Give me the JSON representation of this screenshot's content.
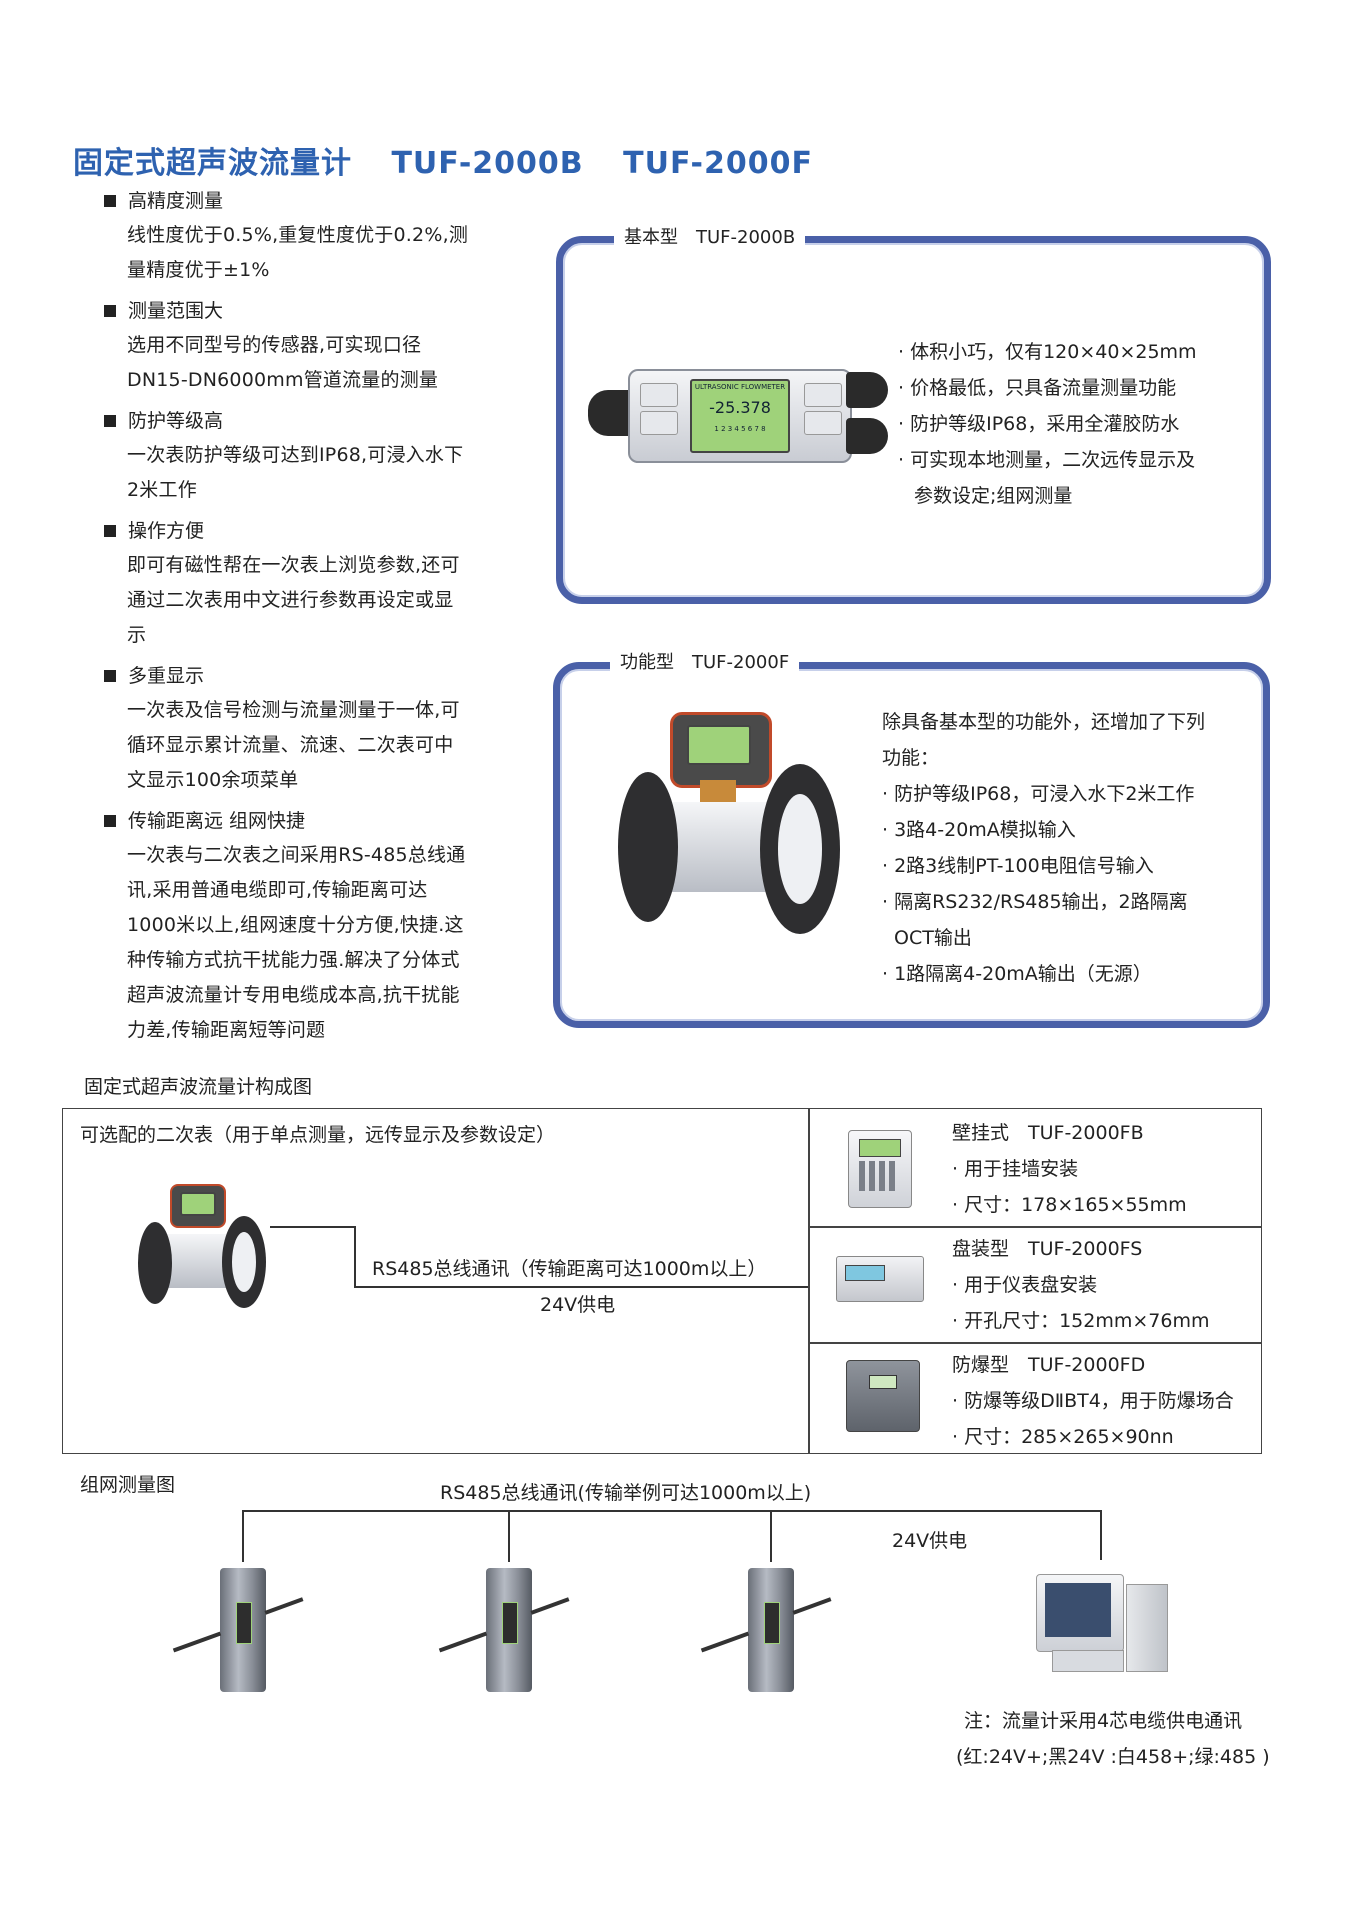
{
  "title": {
    "main": "固定式超声波流量计",
    "model_b": "TUF-2000B",
    "model_f": "TUF-2000F"
  },
  "features": [
    {
      "head": "高精度测量",
      "body": [
        "线性度优于0.5%,重复性度优于0.2%,测",
        "量精度优于±1%"
      ]
    },
    {
      "head": "测量范围大",
      "body": [
        "选用不同型号的传感器,可实现口径",
        "DN15-DN6000mm管道流量的测量"
      ]
    },
    {
      "head": "防护等级高",
      "body": [
        "一次表防护等级可达到IP68,可浸入水下",
        "2米工作"
      ]
    },
    {
      "head": "操作方便",
      "body": [
        "即可有磁性帮在一次表上浏览参数,还可",
        "通过二次表用中文进行参数再设定或显",
        "示"
      ]
    },
    {
      "head": "多重显示",
      "body": [
        "一次表及信号检测与流量测量于一体,可",
        "循环显示累计流量、流速、二次表可中",
        "文显示100余项菜单"
      ]
    },
    {
      "head": "传输距离远 组网快捷",
      "body": [
        "一次表与二次表之间采用RS-485总线通",
        "讯,采用普通电缆即可,传输距离可达",
        "1000米以上,组网速度十分方便,快捷.这",
        "种传输方式抗干扰能力强.解决了分体式",
        "超声波流量计专用电缆成本高,抗干扰能",
        "力差,传输距离短等问题"
      ]
    }
  ],
  "basic_panel": {
    "label": "基本型　TUF-2000B",
    "items": [
      "体积小巧，仅有120×40×25mm",
      "价格最低，只具备流量测量功能",
      "防护等级IP68，采用全灌胶防水",
      "可实现本地测量，二次远传显示及"
    ],
    "item_cont": "参数设定;组网测量",
    "lcd_header": "ULTRASONIC FLOWMETER",
    "lcd_value": "-25.378",
    "lcd_footer": "1 2 3 4 5 6 7 8"
  },
  "func_panel": {
    "label": "功能型　TUF-2000F",
    "intro1": "除具备基本型的功能外，还增加了下列",
    "intro2": "功能：",
    "items": [
      "防护等级IP68，可浸入水下2米工作",
      "3路4-20mA模拟输入",
      "2路3线制PT-100电阻信号输入",
      "隔离RS232/RS485输出，2路隔离"
    ],
    "item_cont": "OCT输出",
    "item_last": "1路隔离4-20mA输出（无源）"
  },
  "composition": {
    "caption": "固定式超声波流量计构成图",
    "optional": "可选配的二次表（用于单点测量，远传显示及参数设定）",
    "bus": "RS485总线通讯（传输距离可达1000m以上）",
    "power": "24V供电",
    "wall": {
      "title": "壁挂式　TUF-2000FB",
      "l1": "用于挂墙安装",
      "l2": "尺寸：178×165×55mm"
    },
    "panel": {
      "title": "盘装型　TUF-2000FS",
      "l1": "用于仪表盘安装",
      "l2": "开孔尺寸：152mm×76mm"
    },
    "exproof": {
      "title": "防爆型　TUF-2000FD",
      "l1": "防爆等级DⅡBT4，用于防爆场合",
      "l2": "尺寸：285×265×90nn"
    }
  },
  "network": {
    "caption": "组网测量图",
    "bus": "RS485总线通讯(传输举例可达1000m以上)",
    "power": "24V供电",
    "note1": "注：流量计采用4芯电缆供电通讯",
    "note2": "(红:24V+;黑24V :白458+;绿:485 )"
  }
}
